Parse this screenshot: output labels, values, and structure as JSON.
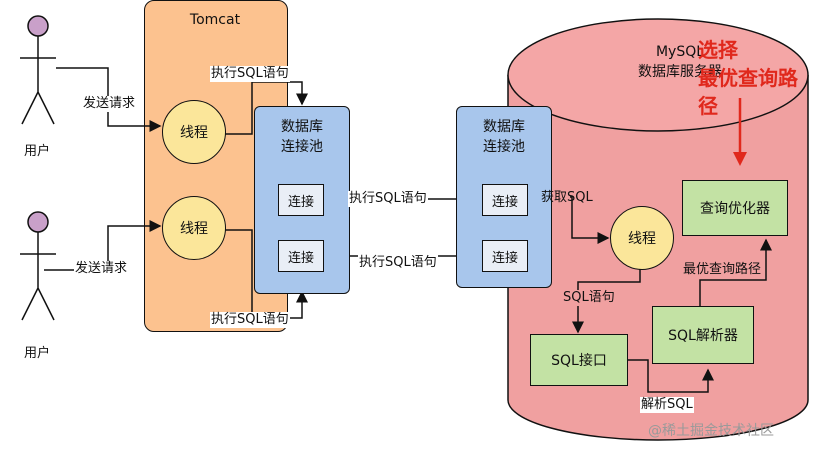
{
  "users": [
    {
      "label": "用户"
    },
    {
      "label": "用户"
    }
  ],
  "tomcat": {
    "title": "Tomcat"
  },
  "threads": [
    {
      "label": "线程"
    },
    {
      "label": "线程"
    },
    {
      "label": "线程"
    }
  ],
  "send_request": [
    "发送请求",
    "发送请求"
  ],
  "exec_sql": [
    "执行SQL语句",
    "执行SQL语句",
    "执行SQL语句",
    "执行SQL语句"
  ],
  "pool_left": {
    "title_line1": "数据库",
    "title_line2": "连接池",
    "conns": [
      "连接",
      "连接"
    ]
  },
  "pool_right": {
    "title_line1": "数据库",
    "title_line2": "连接池",
    "conns": [
      "连接",
      "连接"
    ]
  },
  "mysql": {
    "line1": "MySQL",
    "line2": "数据库服务器"
  },
  "annotation": {
    "line1": "选择",
    "line2": "最优查询路径"
  },
  "get_sql": "获取SQL",
  "sql_stmt": "SQL语句",
  "sql_interface": "SQL接口",
  "parse_sql": "解析SQL",
  "sql_parser": "SQL解析器",
  "best_path": "最优查询路径",
  "optimizer": "查询优化器",
  "watermark": "@稀土掘金技术社区",
  "colors": {
    "tomcat": "#fcc28f",
    "pool": "#a8c6ec",
    "thread": "#fbe69a",
    "mysql": "#f0a0a0",
    "component": "#c3e2a4",
    "annotation": "#e0281c"
  }
}
